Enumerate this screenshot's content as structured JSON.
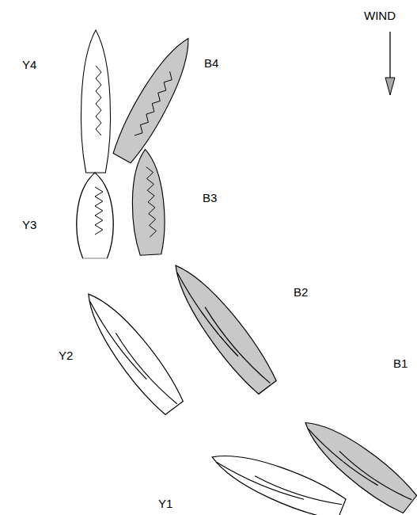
{
  "diagram": {
    "labels": [
      "WIND",
      "Y4",
      "B4",
      "Y3",
      "B3",
      "B2",
      "Y2",
      "B1",
      "Y1"
    ]
  }
}
